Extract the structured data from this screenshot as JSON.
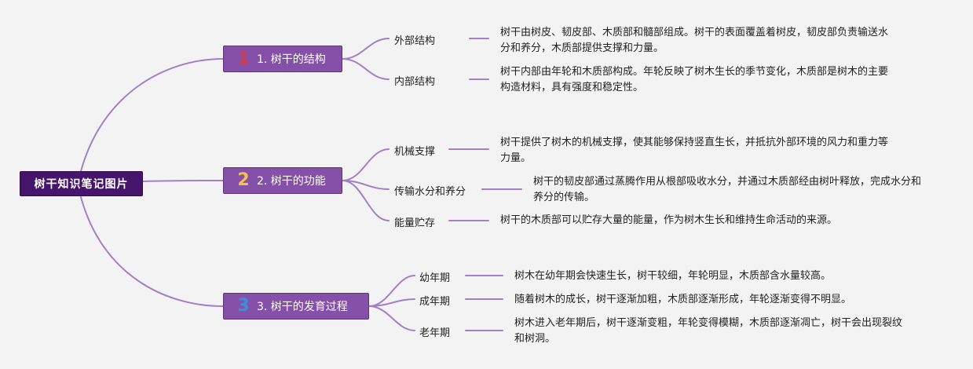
{
  "root": {
    "label": "树干知识笔记图片"
  },
  "colors": {
    "background": "#f3f3f3",
    "root_fill": "#45146b",
    "branch_fill": "#8551a8",
    "connector": "#a37fc5",
    "number_1": "#d63a4a",
    "number_2": "#f2c14e",
    "number_3": "#3a8fd8"
  },
  "branches": [
    {
      "number": "1",
      "label": "1. 树干的结构",
      "children": [
        {
          "label": "外部结构",
          "detail": "树干由树皮、韧皮部、木质部和髓部组成。树干的表面覆盖着树皮，韧皮部负责输送水分和养分，木质部提供支撑和力量。"
        },
        {
          "label": "内部结构",
          "detail": "树干内部由年轮和木质部构成。年轮反映了树木生长的季节变化，木质部是树木的主要构造材料，具有强度和稳定性。"
        }
      ]
    },
    {
      "number": "2",
      "label": "2. 树干的功能",
      "children": [
        {
          "label": "机械支撑",
          "detail": "树干提供了树木的机械支撑，使其能够保持竖直生长，并抵抗外部环境的风力和重力等力量。"
        },
        {
          "label": "传输水分和养分",
          "detail": "树干的韧皮部通过蒸腾作用从根部吸收水分，并通过木质部经由树叶释放，完成水分和养分的传输。"
        },
        {
          "label": "能量贮存",
          "detail": "树干的木质部可以贮存大量的能量，作为树木生长和维持生命活动的来源。"
        }
      ]
    },
    {
      "number": "3",
      "label": "3. 树干的发育过程",
      "children": [
        {
          "label": "幼年期",
          "detail": "树木在幼年期会快速生长，树干较细，年轮明显，木质部含水量较高。"
        },
        {
          "label": "成年期",
          "detail": "随着树木的成长，树干逐渐加粗，木质部逐渐形成，年轮逐渐变得不明显。"
        },
        {
          "label": "老年期",
          "detail": "树木进入老年期后，树干逐渐变粗，年轮变得模糊，木质部逐渐凋亡，树干会出现裂纹和树洞。"
        }
      ]
    }
  ]
}
